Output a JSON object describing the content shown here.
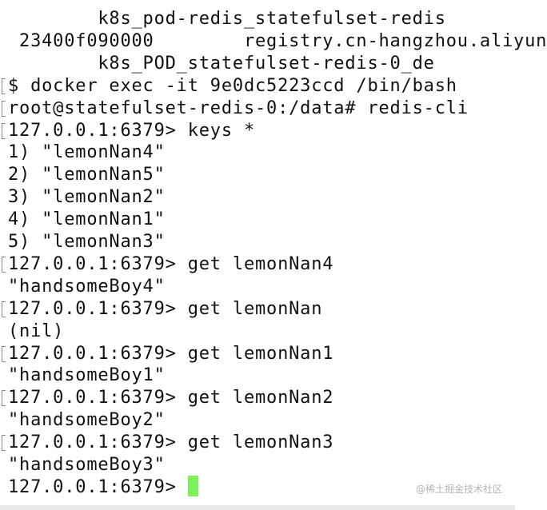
{
  "terminal": {
    "lines": [
      "        k8s_pod-redis_statefulset-redis",
      " 23400f090000        registry.cn-hangzhou.aliyun",
      "        k8s_POD_statefulset-redis-0_de",
      "$ docker exec -it 9e0dc5223ccd /bin/bash",
      "root@statefulset-redis-0:/data# redis-cli",
      "127.0.0.1:6379> keys *",
      "1) \"lemonNan4\"",
      "2) \"lemonNan5\"",
      "3) \"lemonNan2\"",
      "4) \"lemonNan1\"",
      "5) \"lemonNan3\"",
      "127.0.0.1:6379> get lemonNan4",
      "\"handsomeBoy4\"",
      "127.0.0.1:6379> get lemonNan",
      "(nil)",
      "127.0.0.1:6379> get lemonNan1",
      "\"handsomeBoy1\"",
      "127.0.0.1:6379> get lemonNan2",
      "\"handsomeBoy2\"",
      "127.0.0.1:6379> get lemonNan3",
      "\"handsomeBoy3\"",
      "127.0.0.1:6379> "
    ],
    "bracketed_lines": [
      3,
      4,
      5,
      11,
      13,
      15,
      17,
      19
    ],
    "cursor_color": "#7cf25a",
    "text_color": "#111111",
    "background": "#ffffff"
  },
  "watermark": "@稀土掘金技术社区"
}
